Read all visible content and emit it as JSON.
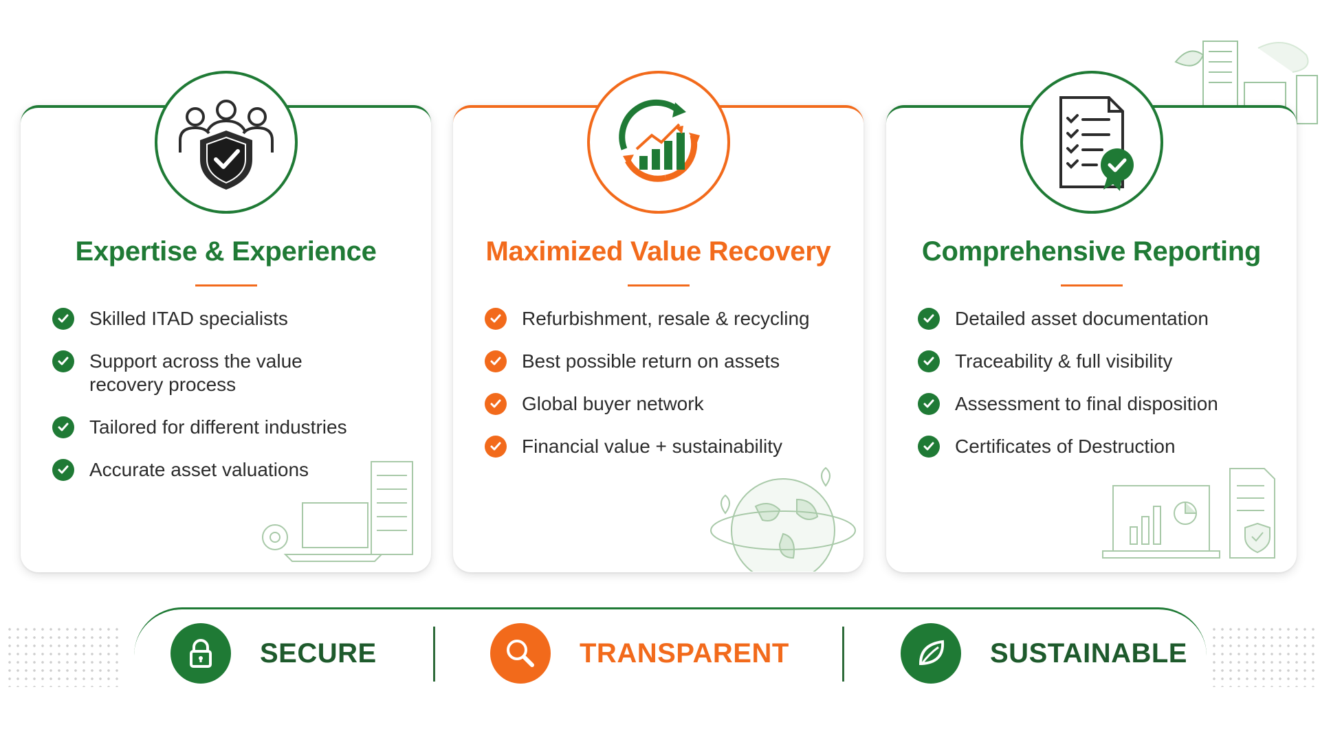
{
  "colors": {
    "green": "#1f7a35",
    "orange": "#f26a1b",
    "text": "#2b2b2b"
  },
  "cards": [
    {
      "title": "Expertise & Experience",
      "icon": "team-shield-icon",
      "items": [
        "Skilled ITAD specialists",
        "Support across the value recovery process",
        "Tailored for different industries",
        "Accurate asset valuations"
      ]
    },
    {
      "title": "Maximized Value Recovery",
      "icon": "growth-cycle-icon",
      "items": [
        "Refurbishment, resale & recycling",
        "Best possible return on assets",
        "Global buyer network",
        "Financial value + sustainability"
      ]
    },
    {
      "title": "Comprehensive Reporting",
      "icon": "certified-report-icon",
      "items": [
        "Detailed asset documentation",
        "Traceability & full visibility",
        "Assessment to final disposition",
        "Certificates of Destruction"
      ]
    }
  ],
  "pillars": [
    {
      "label": "SECURE",
      "icon": "lock-icon",
      "color": "#1f7a35"
    },
    {
      "label": "TRANSPARENT",
      "icon": "magnifier-icon",
      "color": "#f26a1b"
    },
    {
      "label": "SUSTAINABLE",
      "icon": "leaf-icon",
      "color": "#1f7a35"
    }
  ]
}
